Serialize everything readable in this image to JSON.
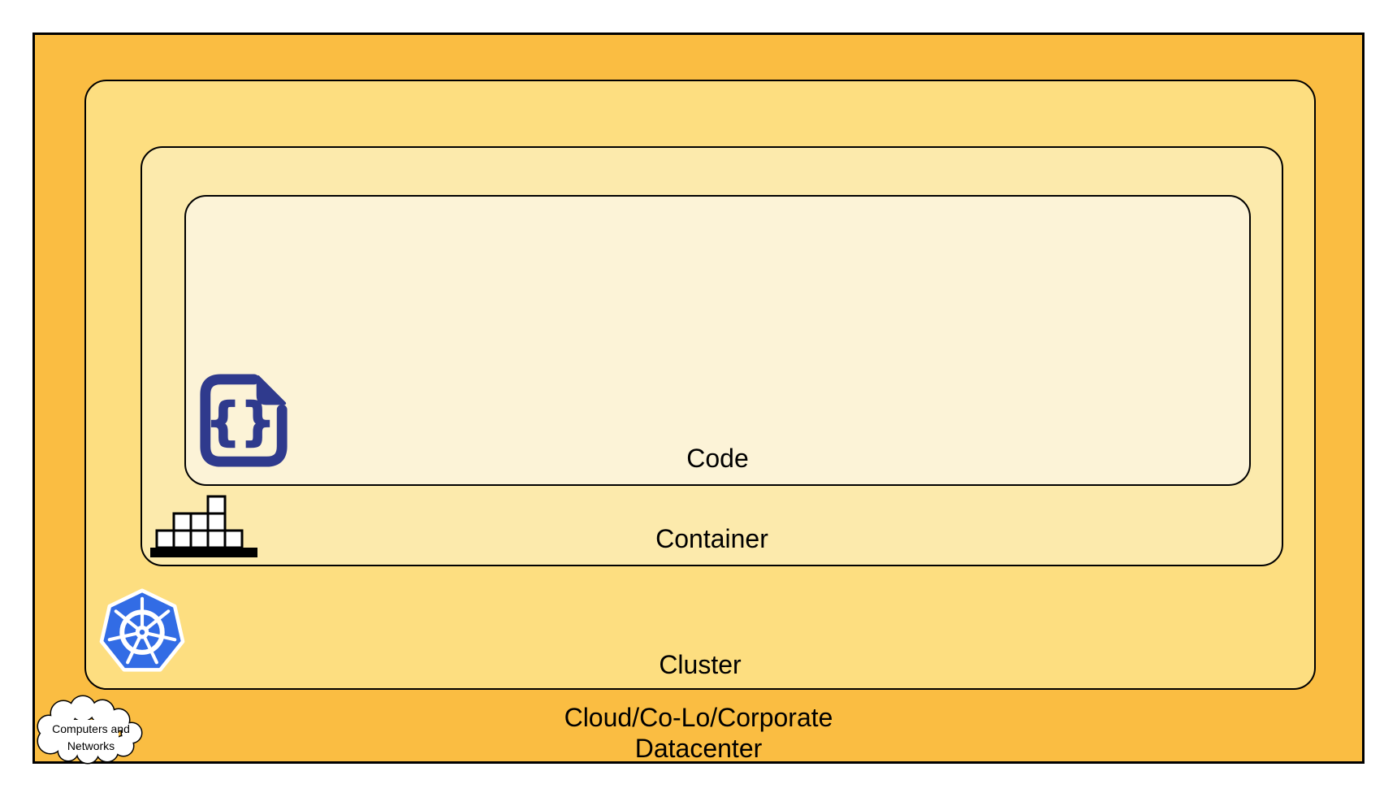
{
  "page": {
    "background": "#FFFFFF"
  },
  "colors": {
    "page_bg": "#FFFFFF",
    "outer_bg": "#FABD42",
    "cluster_bg": "#FDDE80",
    "container_bg": "#FCEAAC",
    "code_bg": "#FCF3D7",
    "border": "#000000",
    "text": "#000000",
    "code_icon_navy": "#2F3A8D",
    "kubernetes_blue": "#326CE5",
    "block_fill": "#FFFFFF",
    "block_stroke": "#000000"
  },
  "layers": {
    "code": {
      "label": "Code"
    },
    "container": {
      "label": "Container"
    },
    "cluster": {
      "label": "Cluster"
    },
    "datacenter": {
      "line1": "Cloud/Co-Lo/Corporate",
      "line2": "Datacenter"
    }
  },
  "icons": {
    "code_file": {
      "glyph": "{}"
    },
    "container_blocks": {
      "name": "container-blocks-icon"
    },
    "kubernetes": {
      "name": "kubernetes-icon"
    },
    "cloud": {
      "line1": "Computers and",
      "line2": "Networks"
    }
  }
}
